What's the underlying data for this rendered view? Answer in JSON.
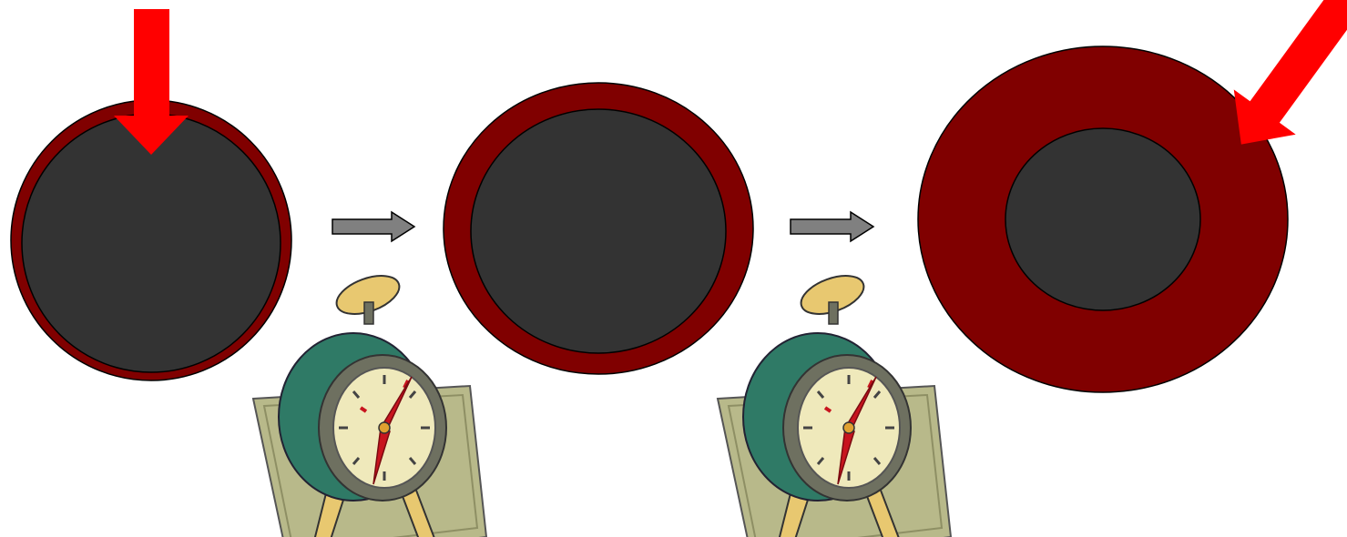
{
  "colors": {
    "background": "#ffffff",
    "ring": "#800000",
    "core": "#333333",
    "outline": "#000000",
    "pointer_arrow": "#ff0000",
    "step_arrow_fill": "#808080",
    "clock_body": "#2f7a66",
    "clock_face": "#efe9bb",
    "clock_bezel": "#6e7060",
    "clock_bell": "#e8c870",
    "clock_hand": "#c8141e",
    "clock_mat": "#b8b98a"
  },
  "icons": {
    "pointer": "down-arrow-icon",
    "step": "right-arrow-icon",
    "time": "alarm-clock-icon"
  },
  "stages": [
    {
      "id": "stage-1",
      "ring_to_core_ratio": 1.05
    },
    {
      "id": "stage-2",
      "ring_to_core_ratio": 1.22
    },
    {
      "id": "stage-3",
      "ring_to_core_ratio": 1.9
    }
  ]
}
